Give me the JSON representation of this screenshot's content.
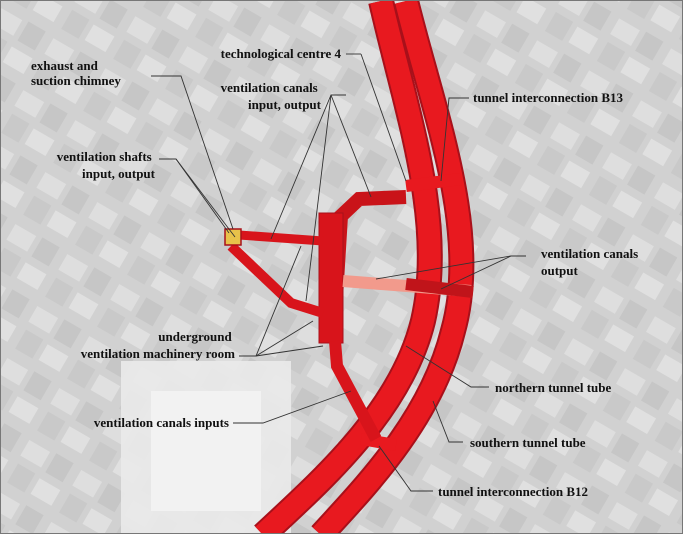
{
  "labels": {
    "exhaust_chimney": [
      "exhaust and",
      "suction chimney"
    ],
    "tech_centre": "technological centre 4",
    "vent_canals_io": [
      "ventilation canals",
      "input, output"
    ],
    "interconnection_b13": "tunnel interconnection B13",
    "vent_shafts": [
      "ventilation shafts",
      "input, output"
    ],
    "vent_canals_output": [
      "ventilation canals",
      "output"
    ],
    "machinery_room": [
      "underground",
      "ventilation machinery room"
    ],
    "northern_tube": "northern tunnel tube",
    "vent_canals_inputs": "ventilation canals inputs",
    "southern_tube": "southern tunnel tube",
    "interconnection_b12": "tunnel interconnection B12"
  },
  "colors": {
    "tunnel": "#e8191f",
    "tunnel_dark": "#a8101a",
    "output_canal": "#f29a8c",
    "shaft": "#e8c24a",
    "background": "#bdbdbd"
  }
}
